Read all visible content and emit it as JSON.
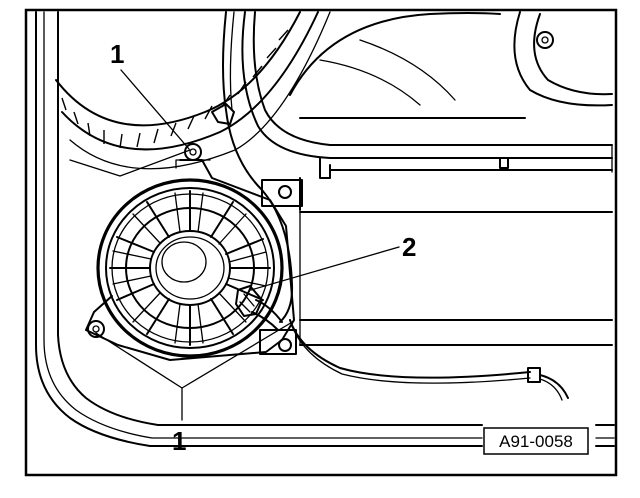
{
  "callouts": [
    {
      "id": "callout-1-top",
      "label": "1"
    },
    {
      "id": "callout-1-bottom",
      "label": "1"
    },
    {
      "id": "callout-2",
      "label": "2"
    }
  ],
  "reference": "A91-0058",
  "colors": {
    "ink": "#000000",
    "paper": "#ffffff"
  }
}
